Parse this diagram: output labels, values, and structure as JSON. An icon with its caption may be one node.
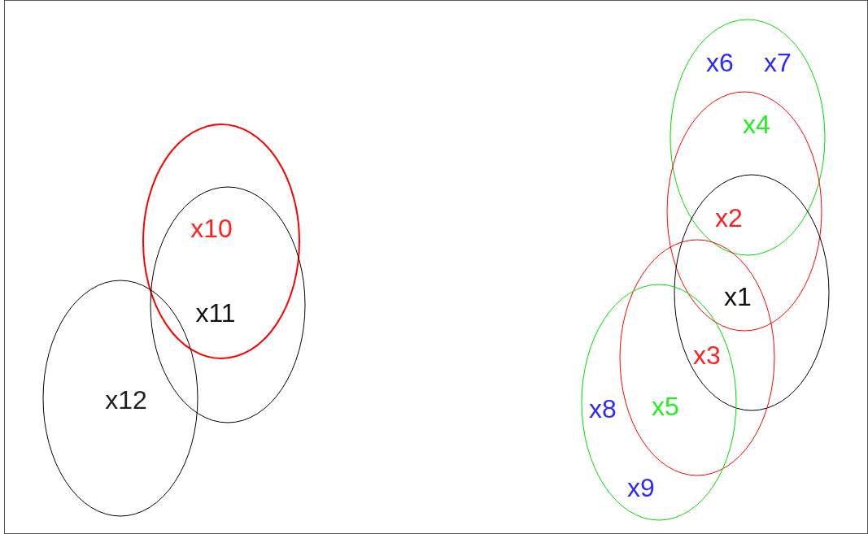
{
  "diagram": {
    "nodes": [
      {
        "text": [],
        "shape": "ellipse"
      },
      {
        "text": [],
        "shape": "ellipse"
      },
      {
        "text": [],
        "shape": "ellipse"
      },
      {
        "text": [],
        "shape": "ellipse"
      },
      {
        "text": [],
        "shape": "ellipse"
      },
      {
        "text": [],
        "shape": "ellipse"
      },
      {
        "text": [],
        "shape": "ellipse"
      },
      {
        "text": [],
        "shape": "ellipse"
      }
    ],
    "labels": [
      "x6",
      "x7",
      "x4",
      "x10",
      "x2",
      "x1",
      "x11",
      "x3",
      "x12",
      "x8",
      "x5",
      "x9"
    ]
  }
}
